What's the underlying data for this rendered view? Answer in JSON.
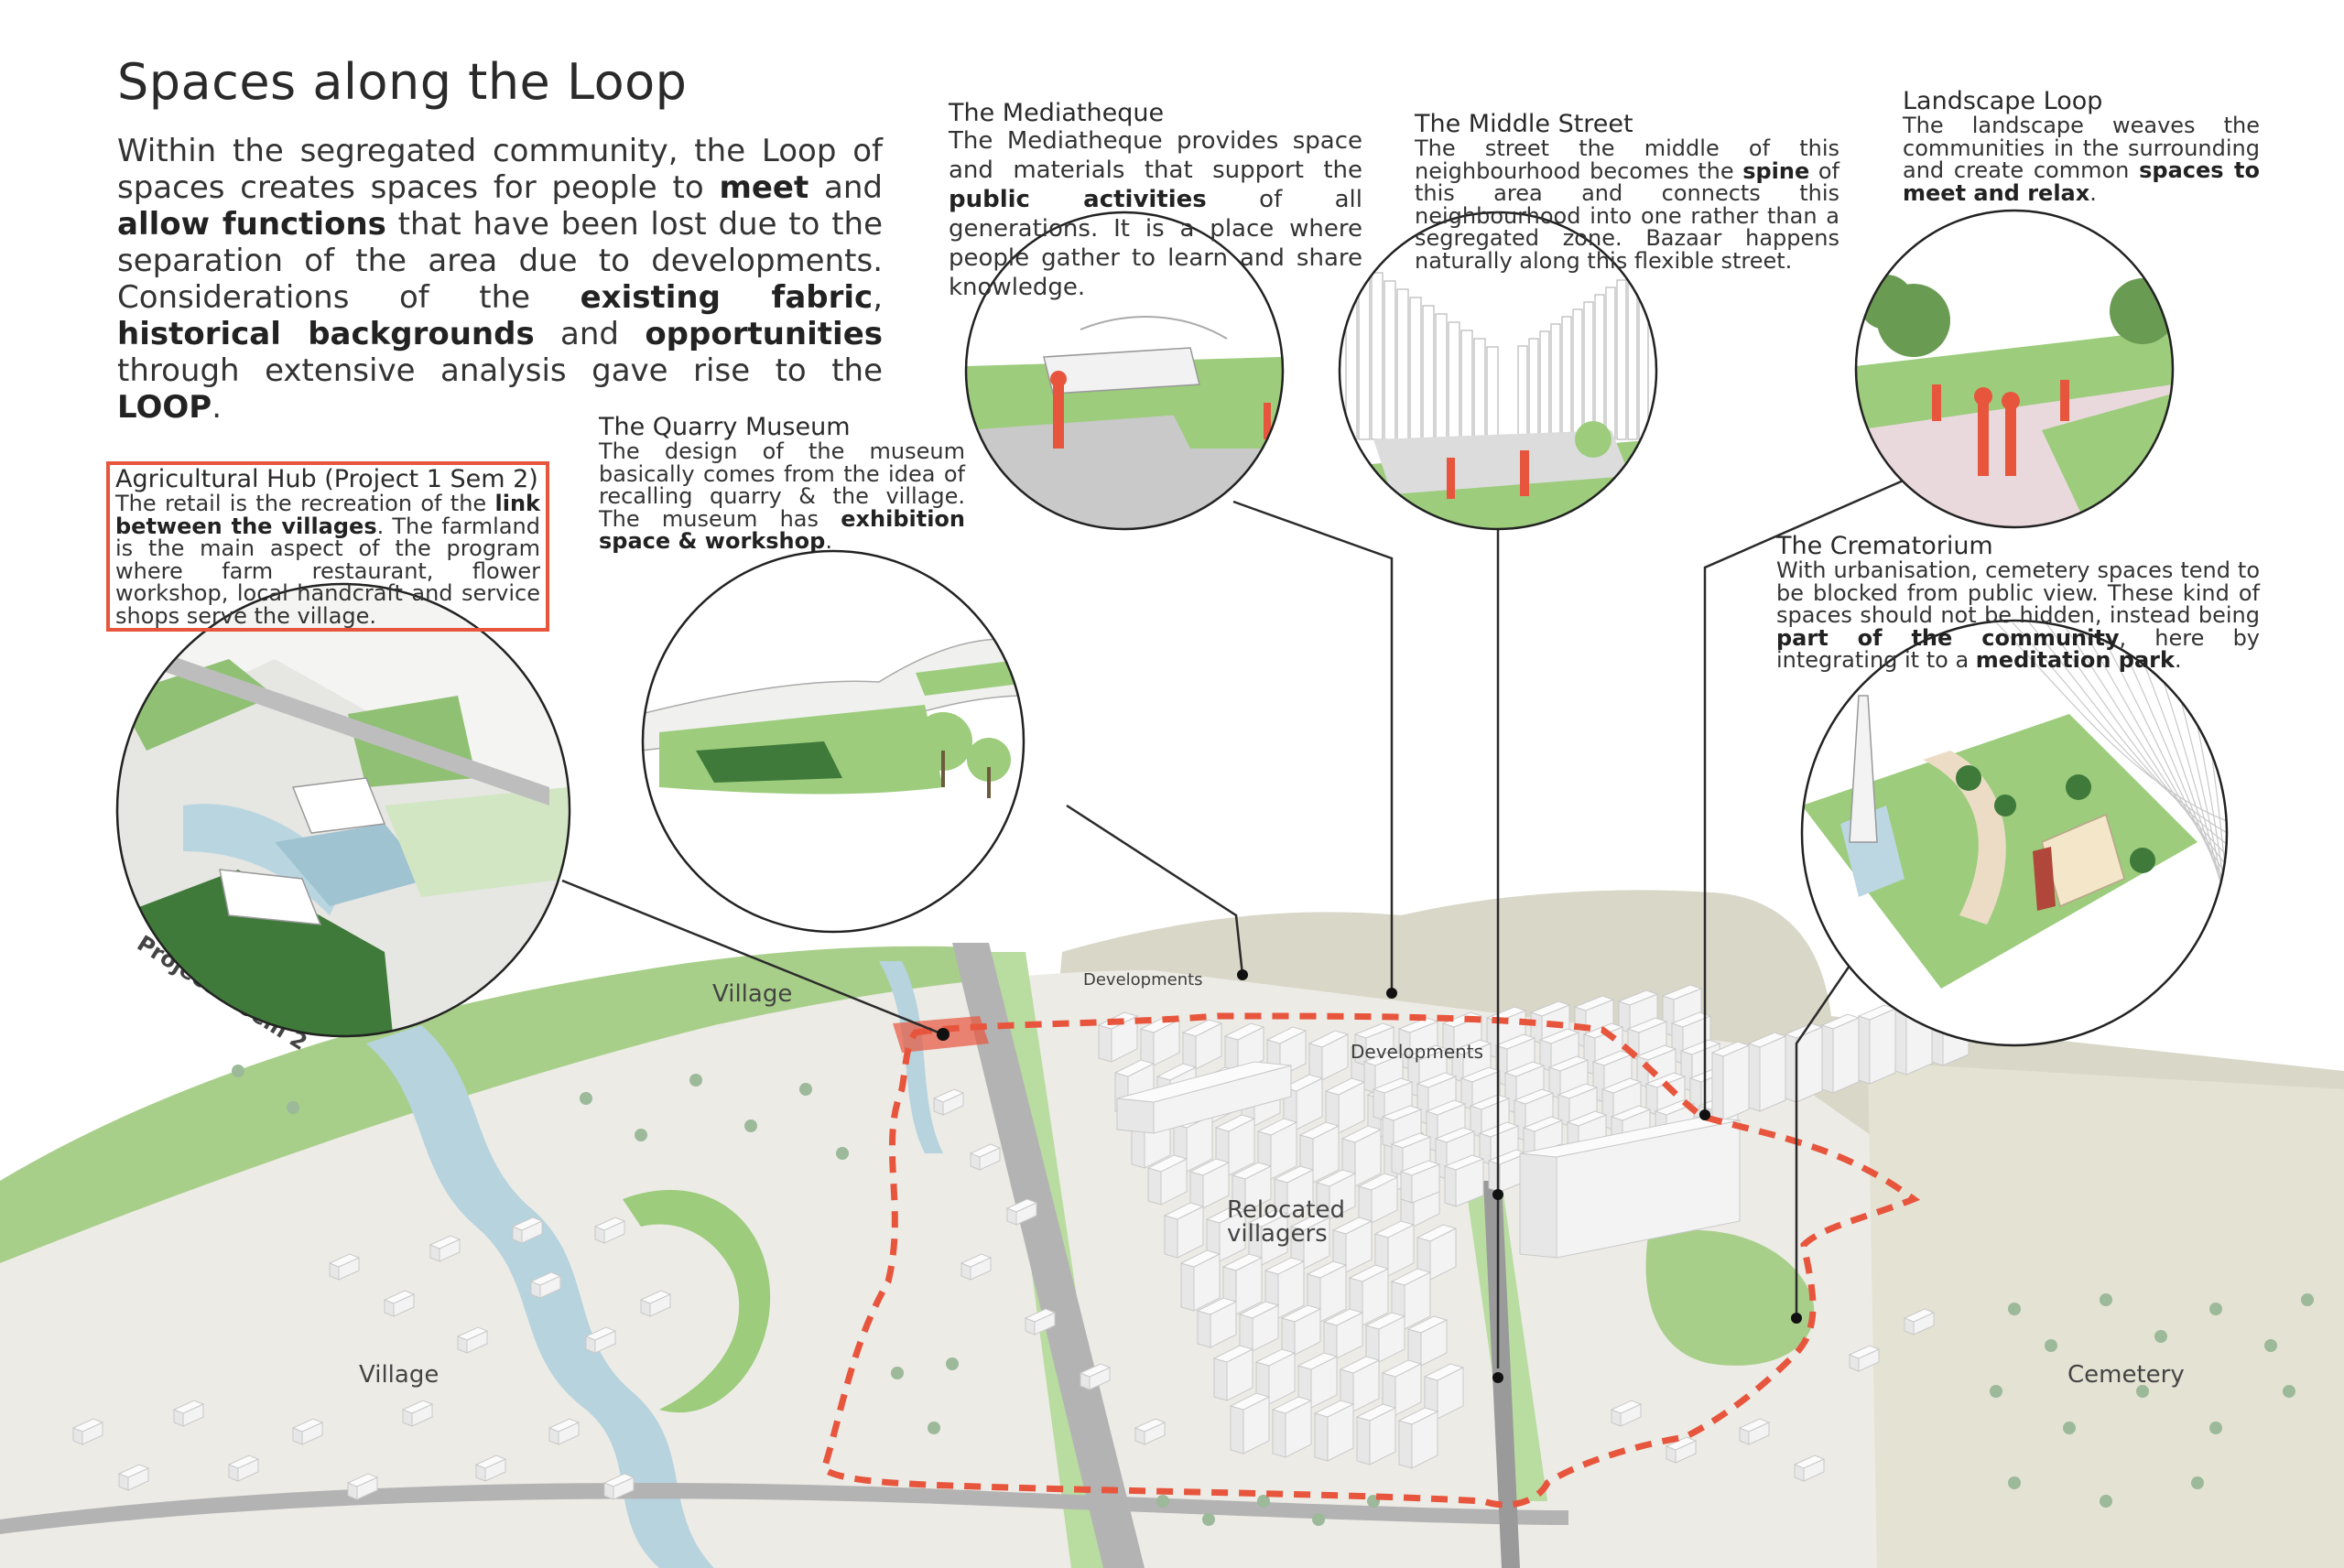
{
  "title": "Spaces along the Loop",
  "intro": [
    {
      "t": "Within the segregated community, the Loop of spaces creates spaces for people to ",
      "b": false
    },
    {
      "t": "meet",
      "b": true
    },
    {
      "t": " and ",
      "b": false
    },
    {
      "t": "allow functions",
      "b": true
    },
    {
      "t": " that have been lost due to the separation of the area due to developments. Considerations of the ",
      "b": false
    },
    {
      "t": "existing fabric",
      "b": true
    },
    {
      "t": ", ",
      "b": false
    },
    {
      "t": "historical backgrounds",
      "b": true
    },
    {
      "t": " and ",
      "b": false
    },
    {
      "t": "opportunities",
      "b": true
    },
    {
      "t": " through extensive analysis gave rise to the ",
      "b": false
    },
    {
      "t": "LOOP",
      "b": true
    },
    {
      "t": ".",
      "b": false
    }
  ],
  "callouts": {
    "agricultural_hub": {
      "title": "Agricultural Hub (Project 1 Sem 2)",
      "desc": [
        {
          "t": "The retail is the recreation of the ",
          "b": false
        },
        {
          "t": "link between the villages",
          "b": true
        },
        {
          "t": ". The farmland is the main aspect of the program where farm restaurant, flower workshop, local handcraft and service shops serve the village.",
          "b": false
        }
      ]
    },
    "quarry_museum": {
      "title": "The Quarry Museum",
      "desc": [
        {
          "t": "The design of the museum basically comes from the idea of recalling quarry & the village. The museum has ",
          "b": false
        },
        {
          "t": "exhibition space & workshop",
          "b": true
        },
        {
          "t": ".",
          "b": false
        }
      ]
    },
    "mediatheque": {
      "title": "The Mediatheque",
      "desc": [
        {
          "t": "The Mediatheque provides space and materials that support the ",
          "b": false
        },
        {
          "t": "public activities",
          "b": true
        },
        {
          "t": " of all generations. It is a place where people gather to learn and share knowledge.",
          "b": false
        }
      ]
    },
    "middle_street": {
      "title": "The Middle Street",
      "desc": [
        {
          "t": "The street the middle of this neighbourhood becomes the ",
          "b": false
        },
        {
          "t": "spine",
          "b": true
        },
        {
          "t": " of this area and connects this neighbourhood into one rather than a segregated zone. Bazaar happens naturally along this flexible street.",
          "b": false
        }
      ]
    },
    "landscape_loop": {
      "title": "Landscape Loop",
      "desc": [
        {
          "t": "The landscape weaves the communities in the surrounding and create common ",
          "b": false
        },
        {
          "t": "spaces to meet and relax",
          "b": true
        },
        {
          "t": ".",
          "b": false
        }
      ]
    },
    "crematorium": {
      "title": "The Crematorium",
      "desc": [
        {
          "t": "With urbanisation, cemetery spaces tend to be blocked from public view. These kind of spaces should not be hidden, instead being ",
          "b": false
        },
        {
          "t": "part of the community",
          "b": true
        },
        {
          "t": ", here by integrating it to a ",
          "b": false
        },
        {
          "t": "meditation park",
          "b": true
        },
        {
          "t": ".",
          "b": false
        }
      ]
    }
  },
  "map_labels": {
    "village_north": "Village",
    "village_south": "Village",
    "developments_north": "Developments",
    "developments_east": "Developments",
    "relocated": "Relocated villagers",
    "cemetery": "Cemetery",
    "project_tag": "Project 1 Sem 2"
  },
  "colors": {
    "accent_red": "#e8553d",
    "green": "#9ccc7c",
    "dark_green": "#3f7a3a",
    "water": "#b6d3de",
    "hill": "#d8d6c6",
    "building": "#f2f2f2"
  }
}
